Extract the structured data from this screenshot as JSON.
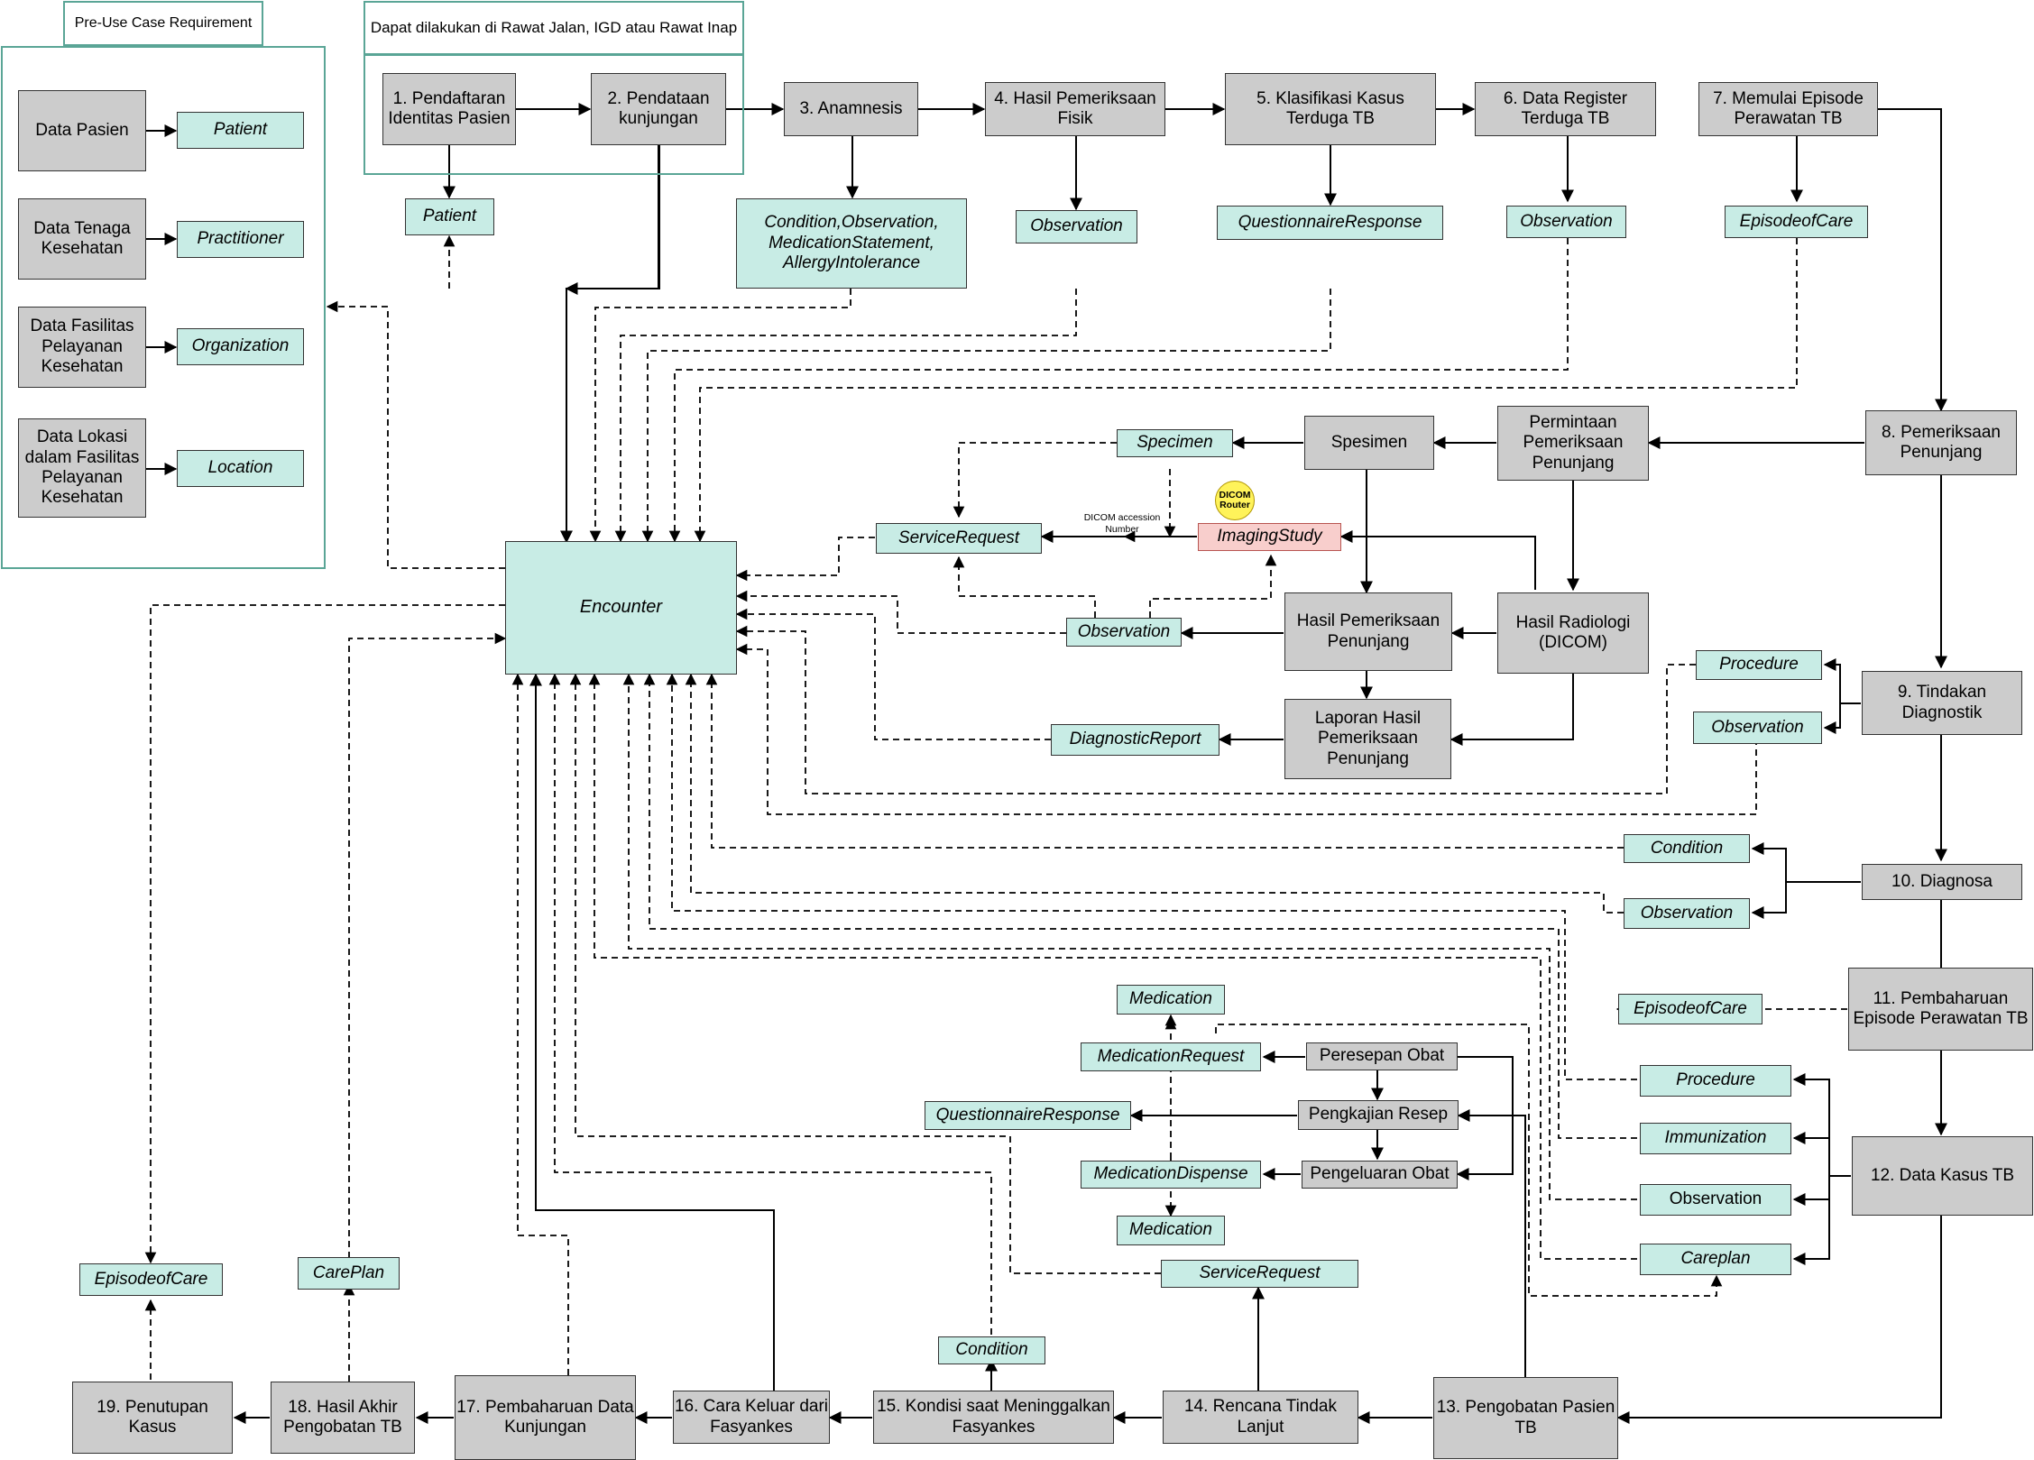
{
  "groups": {
    "pre_use_case": "Pre-Use Case Requirement",
    "registration": "Dapat dilakukan di Rawat Jalan, IGD atau Rawat Inap"
  },
  "master_data": [
    {
      "label": "Data Pasien",
      "resource": "Patient"
    },
    {
      "label": "Data Tenaga Kesehatan",
      "resource": "Practitioner"
    },
    {
      "label": "Data Fasilitas Pelayanan Kesehatan",
      "resource": "Organization"
    },
    {
      "label": "Data Lokasi dalam Fasilitas Pelayanan Kesehatan",
      "resource": "Location"
    }
  ],
  "steps": {
    "s1": "1. Pendaftaran Identitas Pasien",
    "s2": "2. Pendataan kunjungan",
    "s3": "3. Anamnesis",
    "s4": "4. Hasil Pemeriksaan Fisik",
    "s5": "5. Klasifikasi Kasus Terduga TB",
    "s6": "6. Data Register Terduga TB",
    "s7": "7. Memulai Episode Perawatan TB",
    "s8": "8. Pemeriksaan Penunjang",
    "s9": "9. Tindakan Diagnostik",
    "s10": "10. Diagnosa",
    "s11": "11. Pembaharuan Episode Perawatan TB",
    "s12": "12. Data Kasus TB",
    "s13": "13. Pengobatan Pasien TB",
    "s14": "14. Rencana Tindak Lanjut",
    "s15": "15. Kondisi saat Meninggalkan Fasyankes",
    "s16": "16. Cara Keluar dari Fasyankes",
    "s17": "17. Pembaharuan Data Kunjungan",
    "s18": "18. Hasil Akhir Pengobatan TB",
    "s19": "19. Penutupan Kasus"
  },
  "sub_steps": {
    "permintaan": "Permintaan Pemeriksaan Penunjang",
    "spesimen": "Spesimen",
    "hasil_pemeriksaan": "Hasil Pemeriksaan Penunjang",
    "hasil_radiologi": "Hasil Radiologi (DICOM)",
    "laporan": "Laporan Hasil Pemeriksaan Penunjang",
    "peresepan": "Peresepan Obat",
    "pengkajian": "Pengkajian Resep",
    "pengeluaran": "Pengeluaran Obat"
  },
  "resources": {
    "patient": "Patient",
    "anamnesis": "Condition,Observation, MedicationStatement, AllergyIntolerance",
    "obs4": "Observation",
    "qr5": "QuestionnaireResponse",
    "obs6": "Observation",
    "eoc7": "EpisodeofCare",
    "encounter": "Encounter",
    "specimen": "Specimen",
    "service_request": "ServiceRequest",
    "imaging_study": "ImagingStudy",
    "obs8": "Observation",
    "diagnostic_report": "DiagnosticReport",
    "procedure9": "Procedure",
    "obs9": "Observation",
    "condition10": "Condition",
    "obs10": "Observation",
    "eoc11": "EpisodeofCare",
    "procedure12": "Procedure",
    "immunization12": "Immunization",
    "obs12": "Observation",
    "careplan12": "Careplan",
    "medication_top": "Medication",
    "medication_request": "MedicationRequest",
    "qr_resep": "QuestionnaireResponse",
    "medication_dispense": "MedicationDispense",
    "medication_bottom": "Medication",
    "service_request14": "ServiceRequest",
    "condition15": "Condition",
    "careplan18": "CarePlan",
    "eoc19": "EpisodeofCare"
  },
  "notes": {
    "dicom_accession": "DICOM accession Number",
    "dicom_router": "DICOM Router"
  },
  "colors": {
    "step_fill": "#cccccc",
    "resource_fill": "#c8ece5",
    "group_border": "#5aa596",
    "imaging_fill": "#f8cecc",
    "router_fill": "#fff35a"
  }
}
